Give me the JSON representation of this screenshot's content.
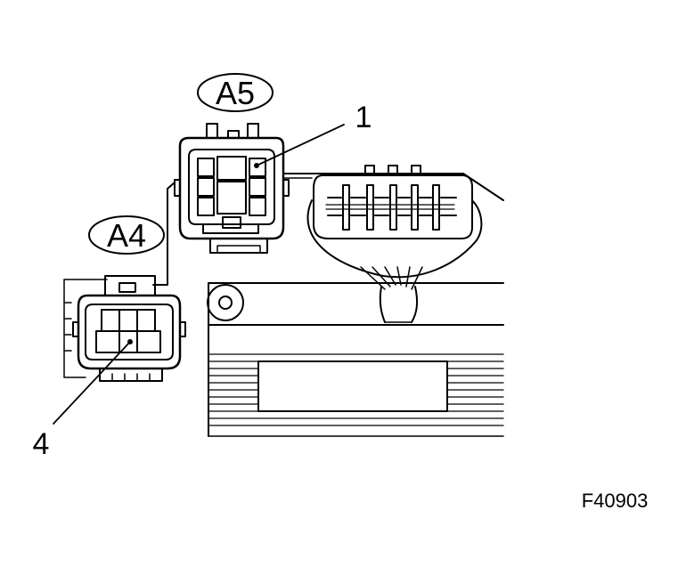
{
  "labels": {
    "a5": "A5",
    "a4": "A4",
    "callout_1": "1",
    "callout_4": "4",
    "figure_id": "F40903"
  },
  "colors": {
    "ink": "#000000",
    "paper": "#ffffff"
  }
}
